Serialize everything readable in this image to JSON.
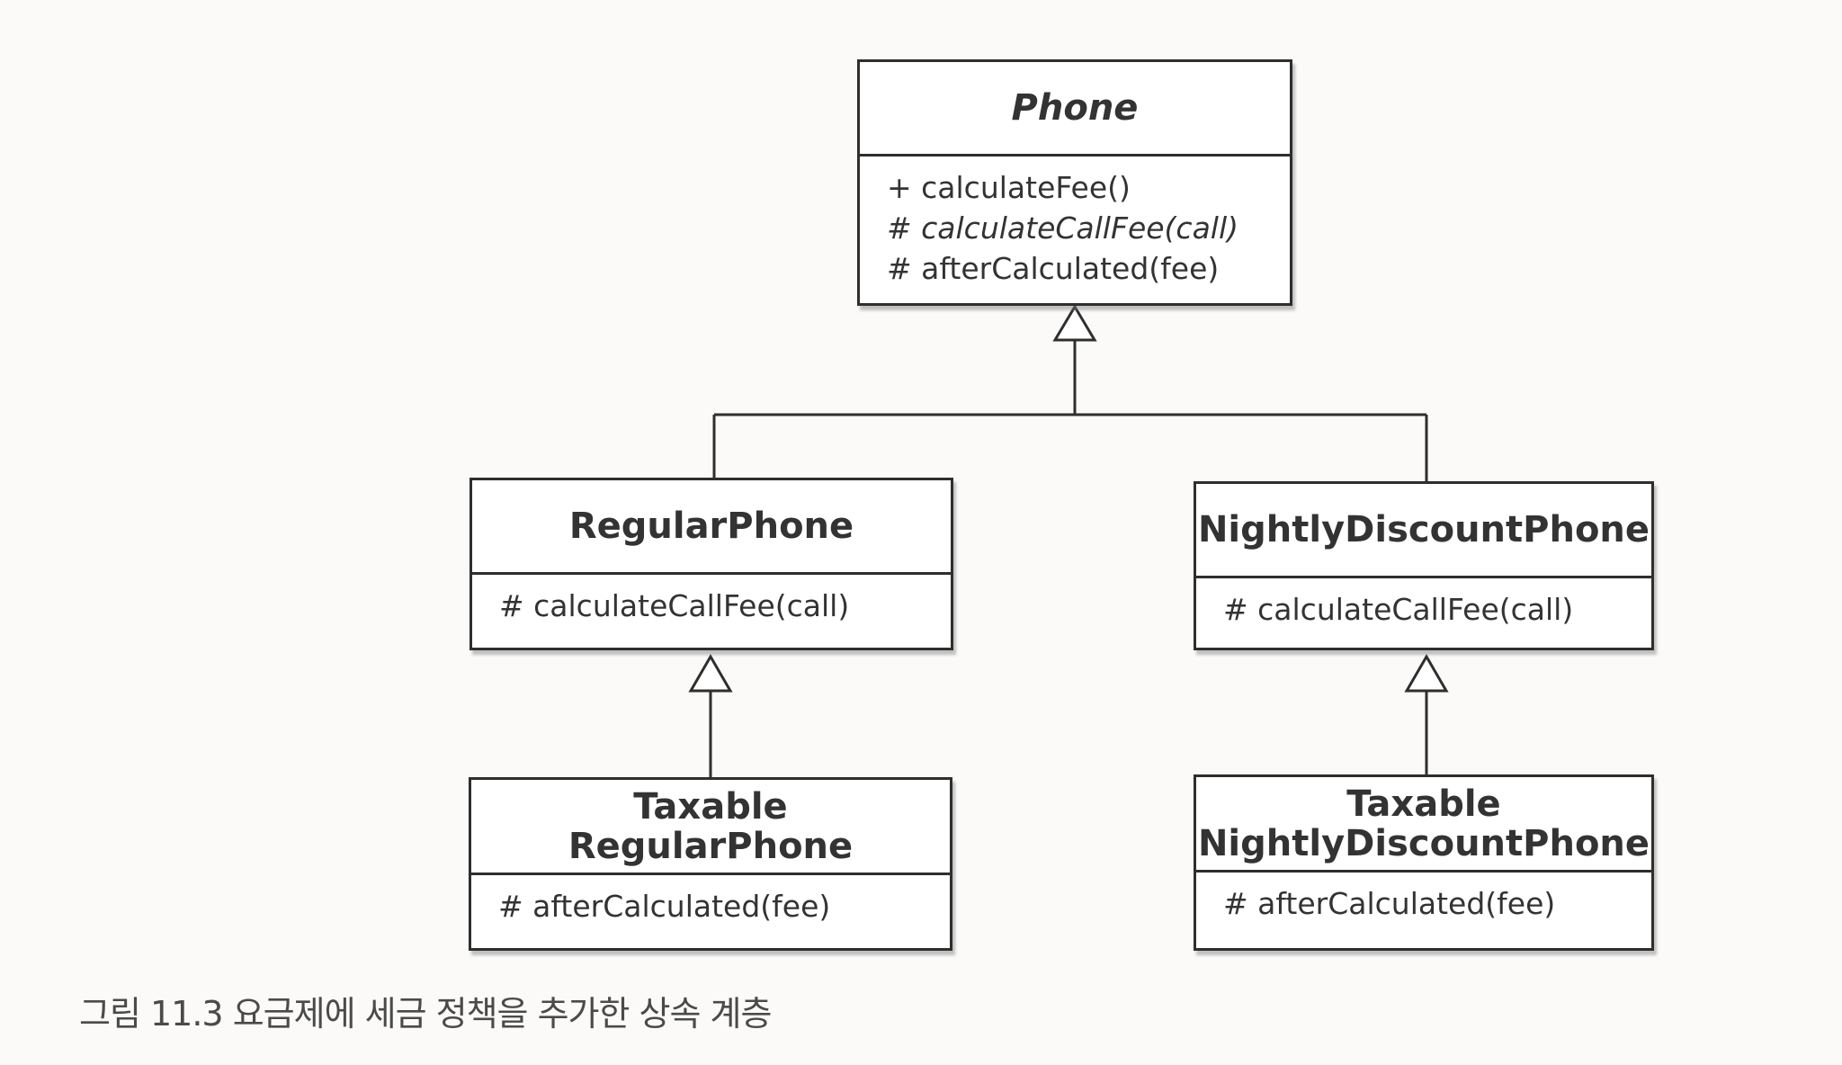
{
  "classes": {
    "phone": {
      "name": "Phone",
      "operations": [
        "+ calculateFee()",
        "# calculateCallFee(call)",
        "# afterCalculated(fee)"
      ]
    },
    "regular_phone": {
      "name": "RegularPhone",
      "operations": [
        "# calculateCallFee(call)"
      ]
    },
    "nightly_discount_phone": {
      "name": "NightlyDiscountPhone",
      "operations": [
        "# calculateCallFee(call)"
      ]
    },
    "taxable_regular_phone": {
      "name_lines": [
        "Taxable",
        "RegularPhone"
      ],
      "operations": [
        "# afterCalculated(fee)"
      ]
    },
    "taxable_nightly_discount_phone": {
      "name_lines": [
        "Taxable",
        "NightlyDiscountPhone"
      ],
      "operations": [
        "# afterCalculated(fee)"
      ]
    }
  },
  "caption": "그림 11.3 요금제에 세금 정책을 추가한 상속 계층",
  "colors": {
    "line": "#2e2e2e",
    "background": "#fbfaf8"
  }
}
